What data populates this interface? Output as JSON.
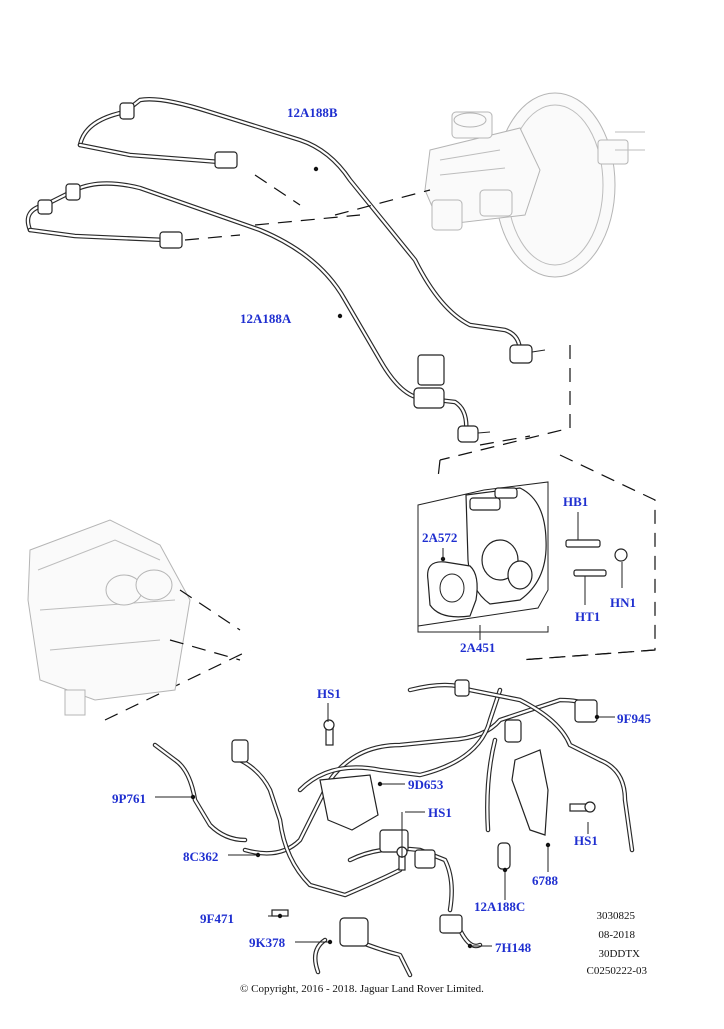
{
  "labels": {
    "pipe_b": "12A188B",
    "pipe_a": "12A188A",
    "gasket": "2A572",
    "pump": "2A451",
    "hb1": "HB1",
    "ht1": "HT1",
    "hn1": "HN1",
    "hs1_top": "HS1",
    "hs1_mid": "HS1",
    "hs1_right": "HS1",
    "f9945": "9F945",
    "d9653": "9D653",
    "p9761": "9P761",
    "c8362": "8C362",
    "f9471": "9F471",
    "k9378": "9K378",
    "h7148": "7H148",
    "pipe_c": "12A188C",
    "bracket": "6788"
  },
  "meta": {
    "code1": "3030825",
    "code2": "08-2018",
    "code3": "30DDTX",
    "code4": "C0250222-03",
    "copyright": "© Copyright, 2016 - 2018. Jaguar Land Rover Limited."
  },
  "icons": [
    "brake-booster-icon",
    "vacuum-pump-icon",
    "engine-cover-icon",
    "wiring-harness-icon"
  ]
}
